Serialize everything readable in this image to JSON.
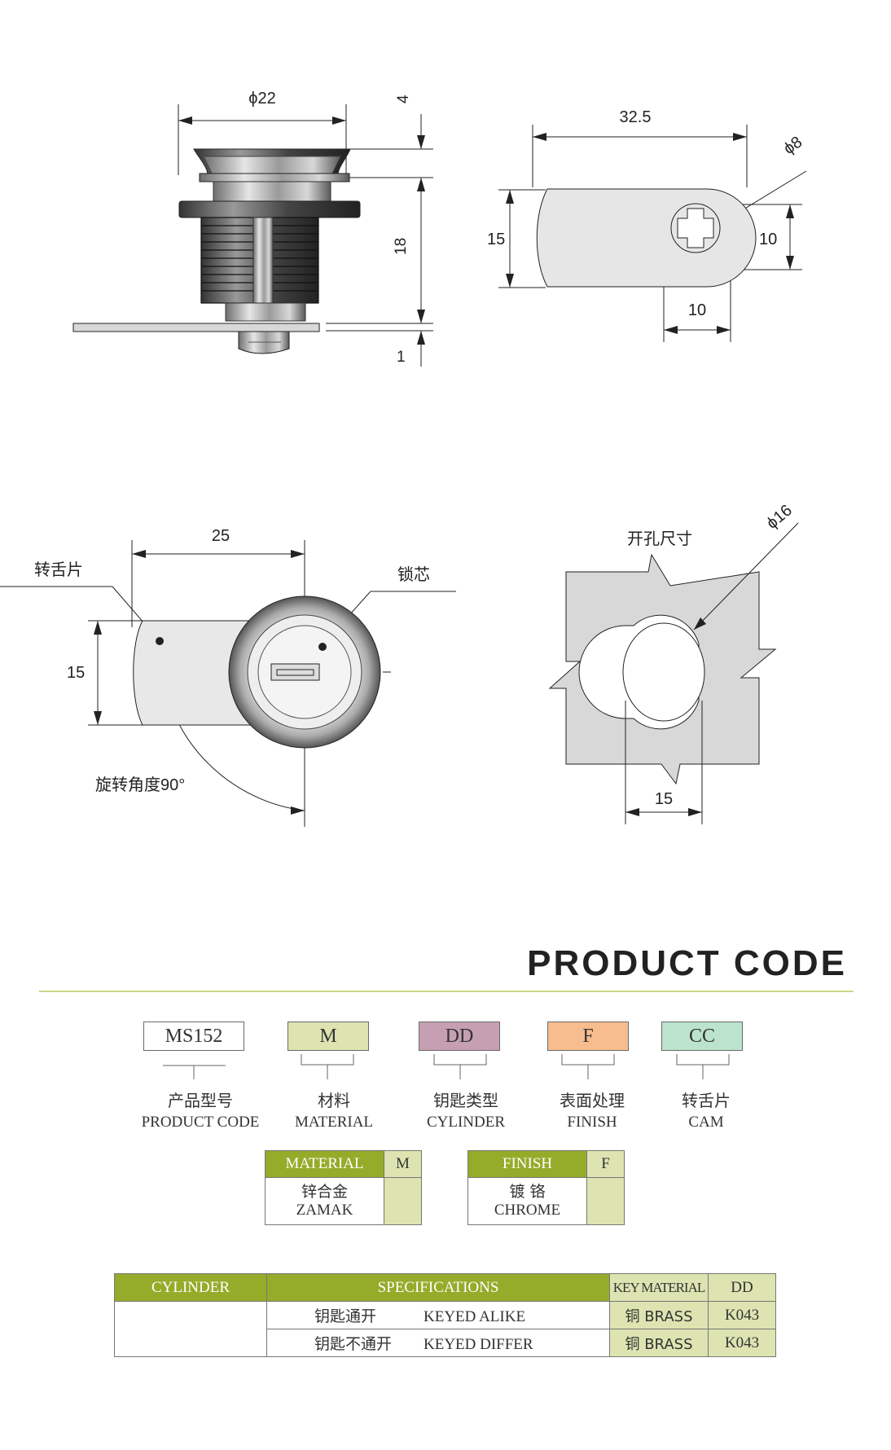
{
  "drawings": {
    "side_view": {
      "dim_diameter": "ϕ22",
      "dim_top": "4",
      "dim_height": "18",
      "dim_bottom": "1"
    },
    "cam_view": {
      "dim_length": "32.5",
      "dim_height": "15",
      "dim_hole": "ϕ8",
      "dim_hole_h": "10",
      "dim_hole_w": "10"
    },
    "front_view": {
      "dim_width": "25",
      "dim_height": "15",
      "label_cam": "转舌片",
      "label_core": "锁芯",
      "label_rotation": "旋转角度90°"
    },
    "cutout_view": {
      "label": "开孔尺寸",
      "dim_diameter": "ϕ16",
      "dim_width": "15"
    }
  },
  "product_code": {
    "title": "PRODUCT CODE",
    "codes": [
      {
        "value": "MS152",
        "cn": "产品型号",
        "en": "PRODUCT CODE",
        "color": "#ffffff"
      },
      {
        "value": "M",
        "cn": "材料",
        "en": "MATERIAL",
        "color": "#dde4b1"
      },
      {
        "value": "DD",
        "cn": "钥匙类型",
        "en": "CYLINDER",
        "color": "#c6a0b2"
      },
      {
        "value": "F",
        "cn": "表面处理",
        "en": "FINISH",
        "color": "#f7bd8e"
      },
      {
        "value": "CC",
        "cn": "转舌片",
        "en": "CAM",
        "color": "#bce3cc"
      }
    ]
  },
  "material_table": {
    "header": "MATERIAL",
    "code": "M",
    "cn": "锌合金",
    "en": "ZAMAK"
  },
  "finish_table": {
    "header": "FINISH",
    "code": "F",
    "cn": "镀 铬",
    "en": "CHROME"
  },
  "cylinder_table": {
    "headers": {
      "cylinder": "CYLINDER",
      "specs": "SPECIFICATIONS",
      "key_material": "KEY MATERIAL",
      "code": "DD"
    },
    "rows": [
      {
        "cn": "钥匙通开",
        "en": "KEYED ALIKE",
        "material": "铜 BRASS",
        "code": "K043"
      },
      {
        "cn": "钥匙不通开",
        "en": "KEYED DIFFER",
        "material": "铜 BRASS",
        "code": "K043"
      }
    ]
  }
}
